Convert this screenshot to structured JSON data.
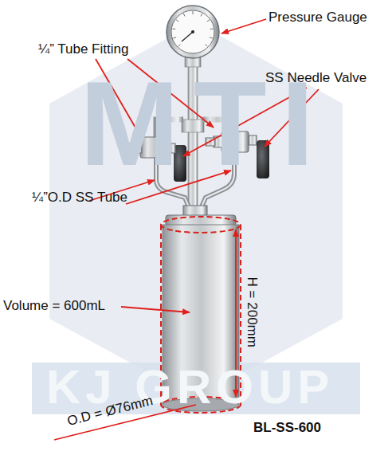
{
  "diagram": {
    "labels": [
      "MTI",
      "KJ GROUP",
      "Pressure Gauge",
      "¼” Tube Fitting",
      "SS Needle Valve",
      "¼”O.D SS Tube",
      "Volume = 600mL",
      "H = 200mm",
      "O.D = Ø76mm",
      "BL-SS-600"
    ]
  }
}
